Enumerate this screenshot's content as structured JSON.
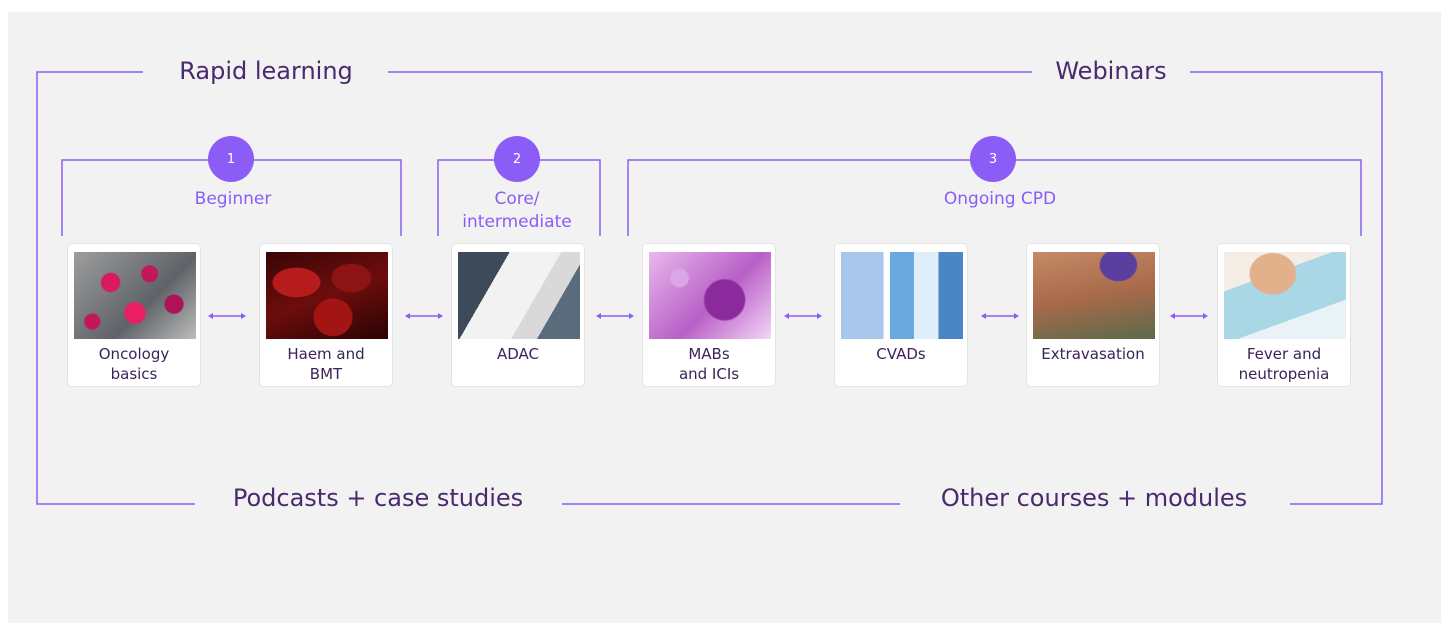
{
  "outer": {
    "top_left": "Rapid learning",
    "top_right": "Webinars",
    "bottom_left": "Podcasts + case studies",
    "bottom_right": "Other courses + modules"
  },
  "stages": [
    {
      "number": "1",
      "label": "Beginner"
    },
    {
      "number": "2",
      "label_line1": "Core/",
      "label_line2": "intermediate"
    },
    {
      "number": "3",
      "label": "Ongoing CPD"
    }
  ],
  "modules": [
    {
      "line1": "Oncology",
      "line2": "basics",
      "image": "cancer-cells"
    },
    {
      "line1": "Haem and",
      "line2": "BMT",
      "image": "red-blood-cells"
    },
    {
      "line1": "ADAC",
      "line2": "",
      "image": "medication-label"
    },
    {
      "line1": "MABs",
      "line2": "and ICIs",
      "image": "virus-cell"
    },
    {
      "line1": "CVADs",
      "line2": "",
      "image": "iv-drip"
    },
    {
      "line1": "Extravasation",
      "line2": "",
      "image": "arm-injury"
    },
    {
      "line1": "Fever and",
      "line2": "neutropenia",
      "image": "sick-patient"
    }
  ],
  "colors": {
    "accent": "#8b5cf6",
    "text_dark": "#4a2a6e",
    "background": "#f2f2f2"
  }
}
